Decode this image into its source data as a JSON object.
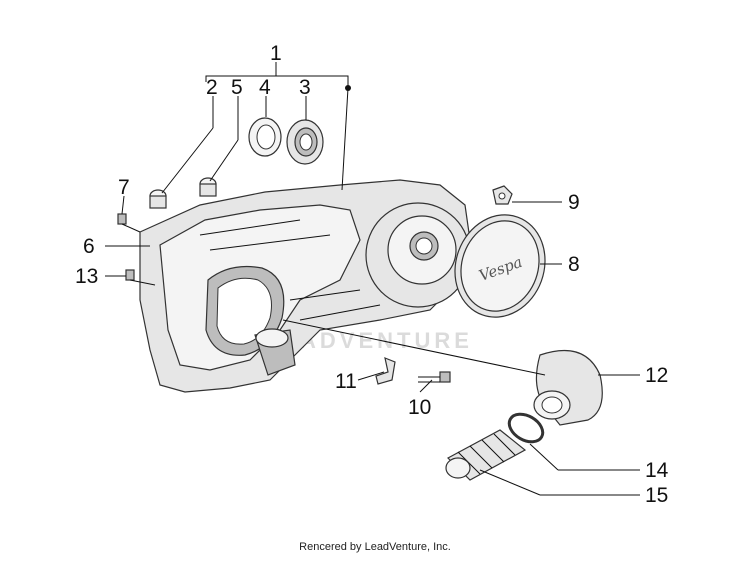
{
  "diagram": {
    "callouts": {
      "c1": "1",
      "c2": "2",
      "c3": "3",
      "c4": "4",
      "c5": "5",
      "c6": "6",
      "c7": "7",
      "c8": "8",
      "c9": "9",
      "c10": "10",
      "c11": "11",
      "c12": "12",
      "c13": "13",
      "c14": "14",
      "c15": "15"
    },
    "watermark": "ADVENTURE",
    "cover_logo": "Vespa"
  },
  "footer": {
    "credit": "Rencered by LeadVenture, Inc."
  }
}
